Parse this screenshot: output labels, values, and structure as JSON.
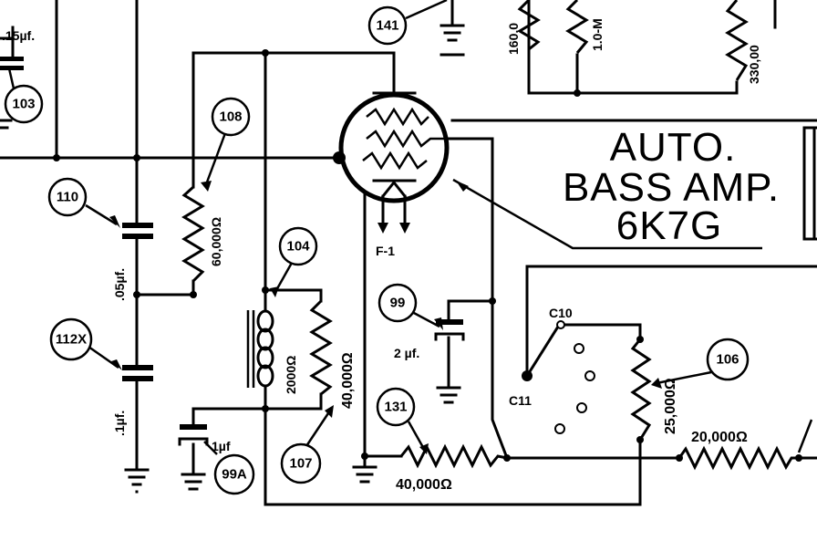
{
  "title": {
    "line1": "AUTO.",
    "line2": "BASS AMP.",
    "line3": "6K7G"
  },
  "callouts": {
    "c103": "103",
    "c141": "141",
    "c108": "108",
    "c110": "110",
    "c112x": "112X",
    "c104": "104",
    "c99": "99",
    "c99a": "99A",
    "c107": "107",
    "c131": "131",
    "c106": "106"
  },
  "labels": {
    "cap_15uf": ".15µf.",
    "cap_05uf": ".05µf.",
    "cap_1uf": ".1µf.",
    "cap_2uf": "2 µf.",
    "cap_1uf_99a": "1µf",
    "res_60000": "60,000Ω",
    "res_2000": "2000Ω",
    "res_40000_107": "40,000Ω",
    "res_40000_131": "40,000Ω",
    "res_25000": "25,000Ω",
    "res_20000": "20,000Ω",
    "res_160000": "160,0",
    "res_1meg": "1.0-M",
    "res_330000": "330,00",
    "filament": "F-1",
    "switch_c10": "C10",
    "switch_c11": "C11"
  },
  "colors": {
    "ink": "#000000",
    "paper": "#ffffff"
  }
}
